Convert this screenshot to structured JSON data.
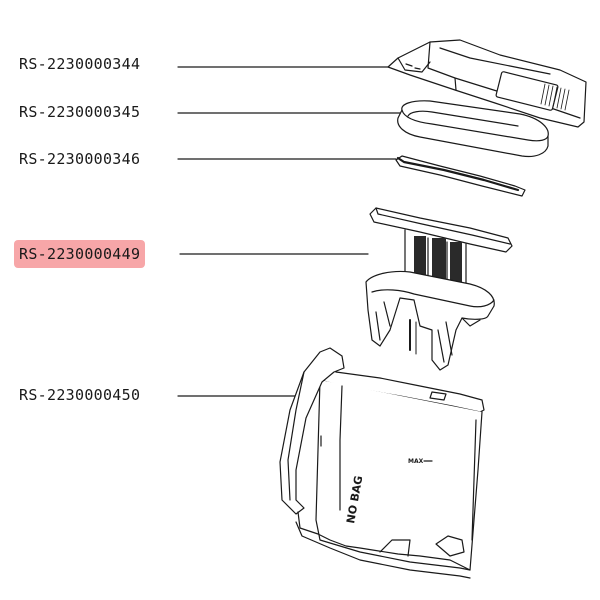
{
  "parts": [
    {
      "ref": "RS-2230000344",
      "highlighted": false
    },
    {
      "ref": "RS-2230000345",
      "highlighted": false
    },
    {
      "ref": "RS-2230000346",
      "highlighted": false
    },
    {
      "ref": "RS-2230000449",
      "highlighted": true
    },
    {
      "ref": "RS-2230000450",
      "highlighted": false
    }
  ],
  "container_text": {
    "max_mark": "MAX",
    "brand_text": "NO BAG"
  },
  "colors": {
    "line": "#1a1a1a",
    "highlight": "#f7a6a8",
    "filter_dark": "#2a2a2a"
  }
}
